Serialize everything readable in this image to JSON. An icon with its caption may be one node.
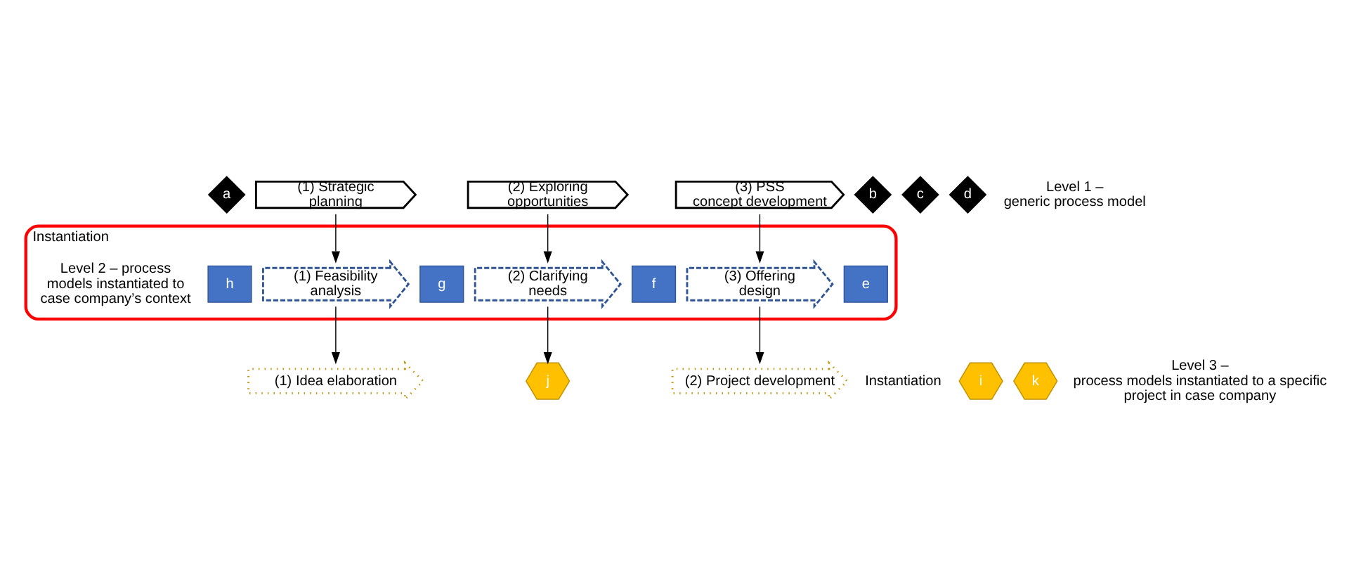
{
  "diagram": {
    "nodes": [
      {
        "text": [
          "a"
        ]
      },
      {
        "text": [
          "(1) Strategic planning"
        ]
      },
      {
        "text": [
          "b"
        ]
      },
      {
        "text": [
          "(2) Exploring opportunities"
        ]
      },
      {
        "text": [
          "c"
        ]
      },
      {
        "text": [
          "(3) PSS concept development"
        ]
      },
      {
        "text": [
          "d"
        ]
      },
      {
        "text": [
          "Instantiation",
          "Level 2 – process models instantiated to case company’s context"
        ]
      },
      {
        "text": [
          "e"
        ],
        "in": 7
      },
      {
        "text": [
          "(1) Feasibility analysis"
        ],
        "in": 7
      },
      {
        "text": [
          "f"
        ],
        "in": 7
      },
      {
        "text": [
          "(2) Clarifying needs"
        ],
        "in": 7
      },
      {
        "text": [
          "g"
        ],
        "in": 7
      },
      {
        "text": [
          "(3) Offering design"
        ],
        "in": 7
      },
      {
        "text": [
          "h"
        ],
        "in": 7
      },
      {
        "text": [
          "i"
        ]
      },
      {
        "text": [
          "(1) Idea elaboration"
        ]
      },
      {
        "text": [
          "j"
        ]
      },
      {
        "text": [
          "(2) Project development"
        ]
      },
      {
        "text": [
          "k"
        ]
      }
    ],
    "edges": [
      {
        "from": 1,
        "to": 9,
        "arrow": "to"
      },
      {
        "from": 3,
        "to": 11,
        "arrow": "to"
      },
      {
        "from": 5,
        "to": 13,
        "arrow": "to"
      },
      {
        "from": 9,
        "to": 16,
        "arrow": "to"
      },
      {
        "from": 11,
        "to": 17,
        "arrow": "to"
      },
      {
        "from": 13,
        "to": 18,
        "arrow": "to"
      }
    ],
    "labels": [
      "Level 1 – generic process model",
      "Instantiation",
      "Level 3 – process models instantiated to a specific project in case company"
    ]
  }
}
